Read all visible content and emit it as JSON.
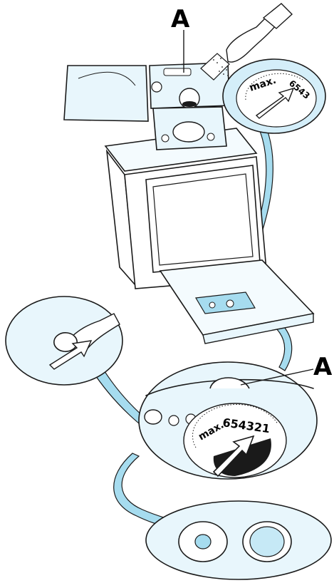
{
  "labels": {
    "top_callout": "A",
    "right_callout": "A"
  },
  "dials": {
    "top_max": "max.",
    "top_numbers": "6543",
    "bottom_max": "max.",
    "bottom_numbers": "654321"
  },
  "colors": {
    "water_blue": "#a6dcef",
    "light_blue": "#e8f6fc",
    "pale_blue": "#d4eef9",
    "outline": "#1a1a1a"
  },
  "icons": [
    "hand-icon",
    "salt-pour-icon",
    "arrow-pointer-icon",
    "knob-icon"
  ]
}
